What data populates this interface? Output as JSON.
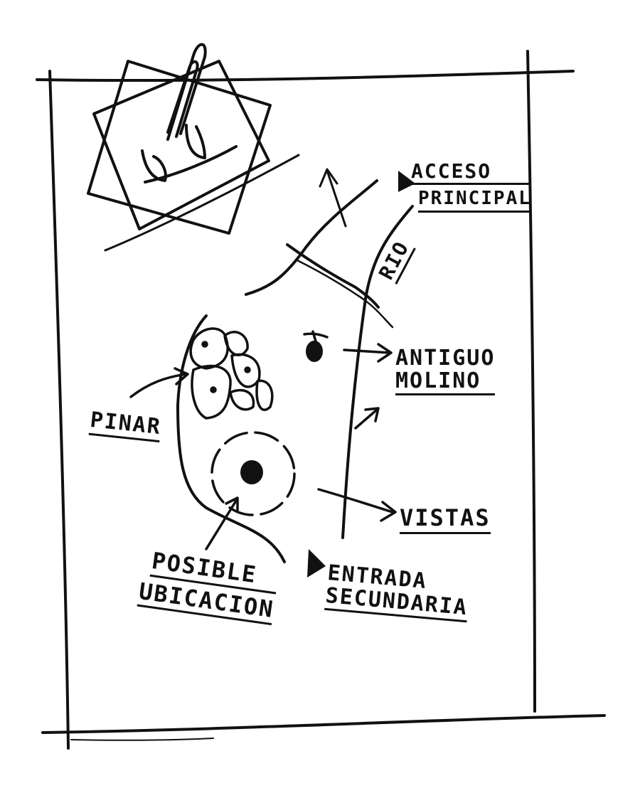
{
  "labels": {
    "acceso": [
      "ACCESO",
      "PRINCIPAL"
    ],
    "rio": "RIO",
    "molino": [
      "ANTIGUO",
      "MOLINO"
    ],
    "pinar": "PINAR",
    "vistas": "VISTAS",
    "ubicacion": [
      "POSIBLE",
      "UBICACION"
    ],
    "entrada": [
      "ENTRADA",
      "SECUNDARIA"
    ]
  },
  "colors": {
    "ink": "#111111",
    "paper": "#ffffff"
  },
  "icons": [
    "paperclip-icon",
    "photo-icon",
    "windmill-icon",
    "triangle-marker-icon",
    "north-arrow-icon"
  ]
}
